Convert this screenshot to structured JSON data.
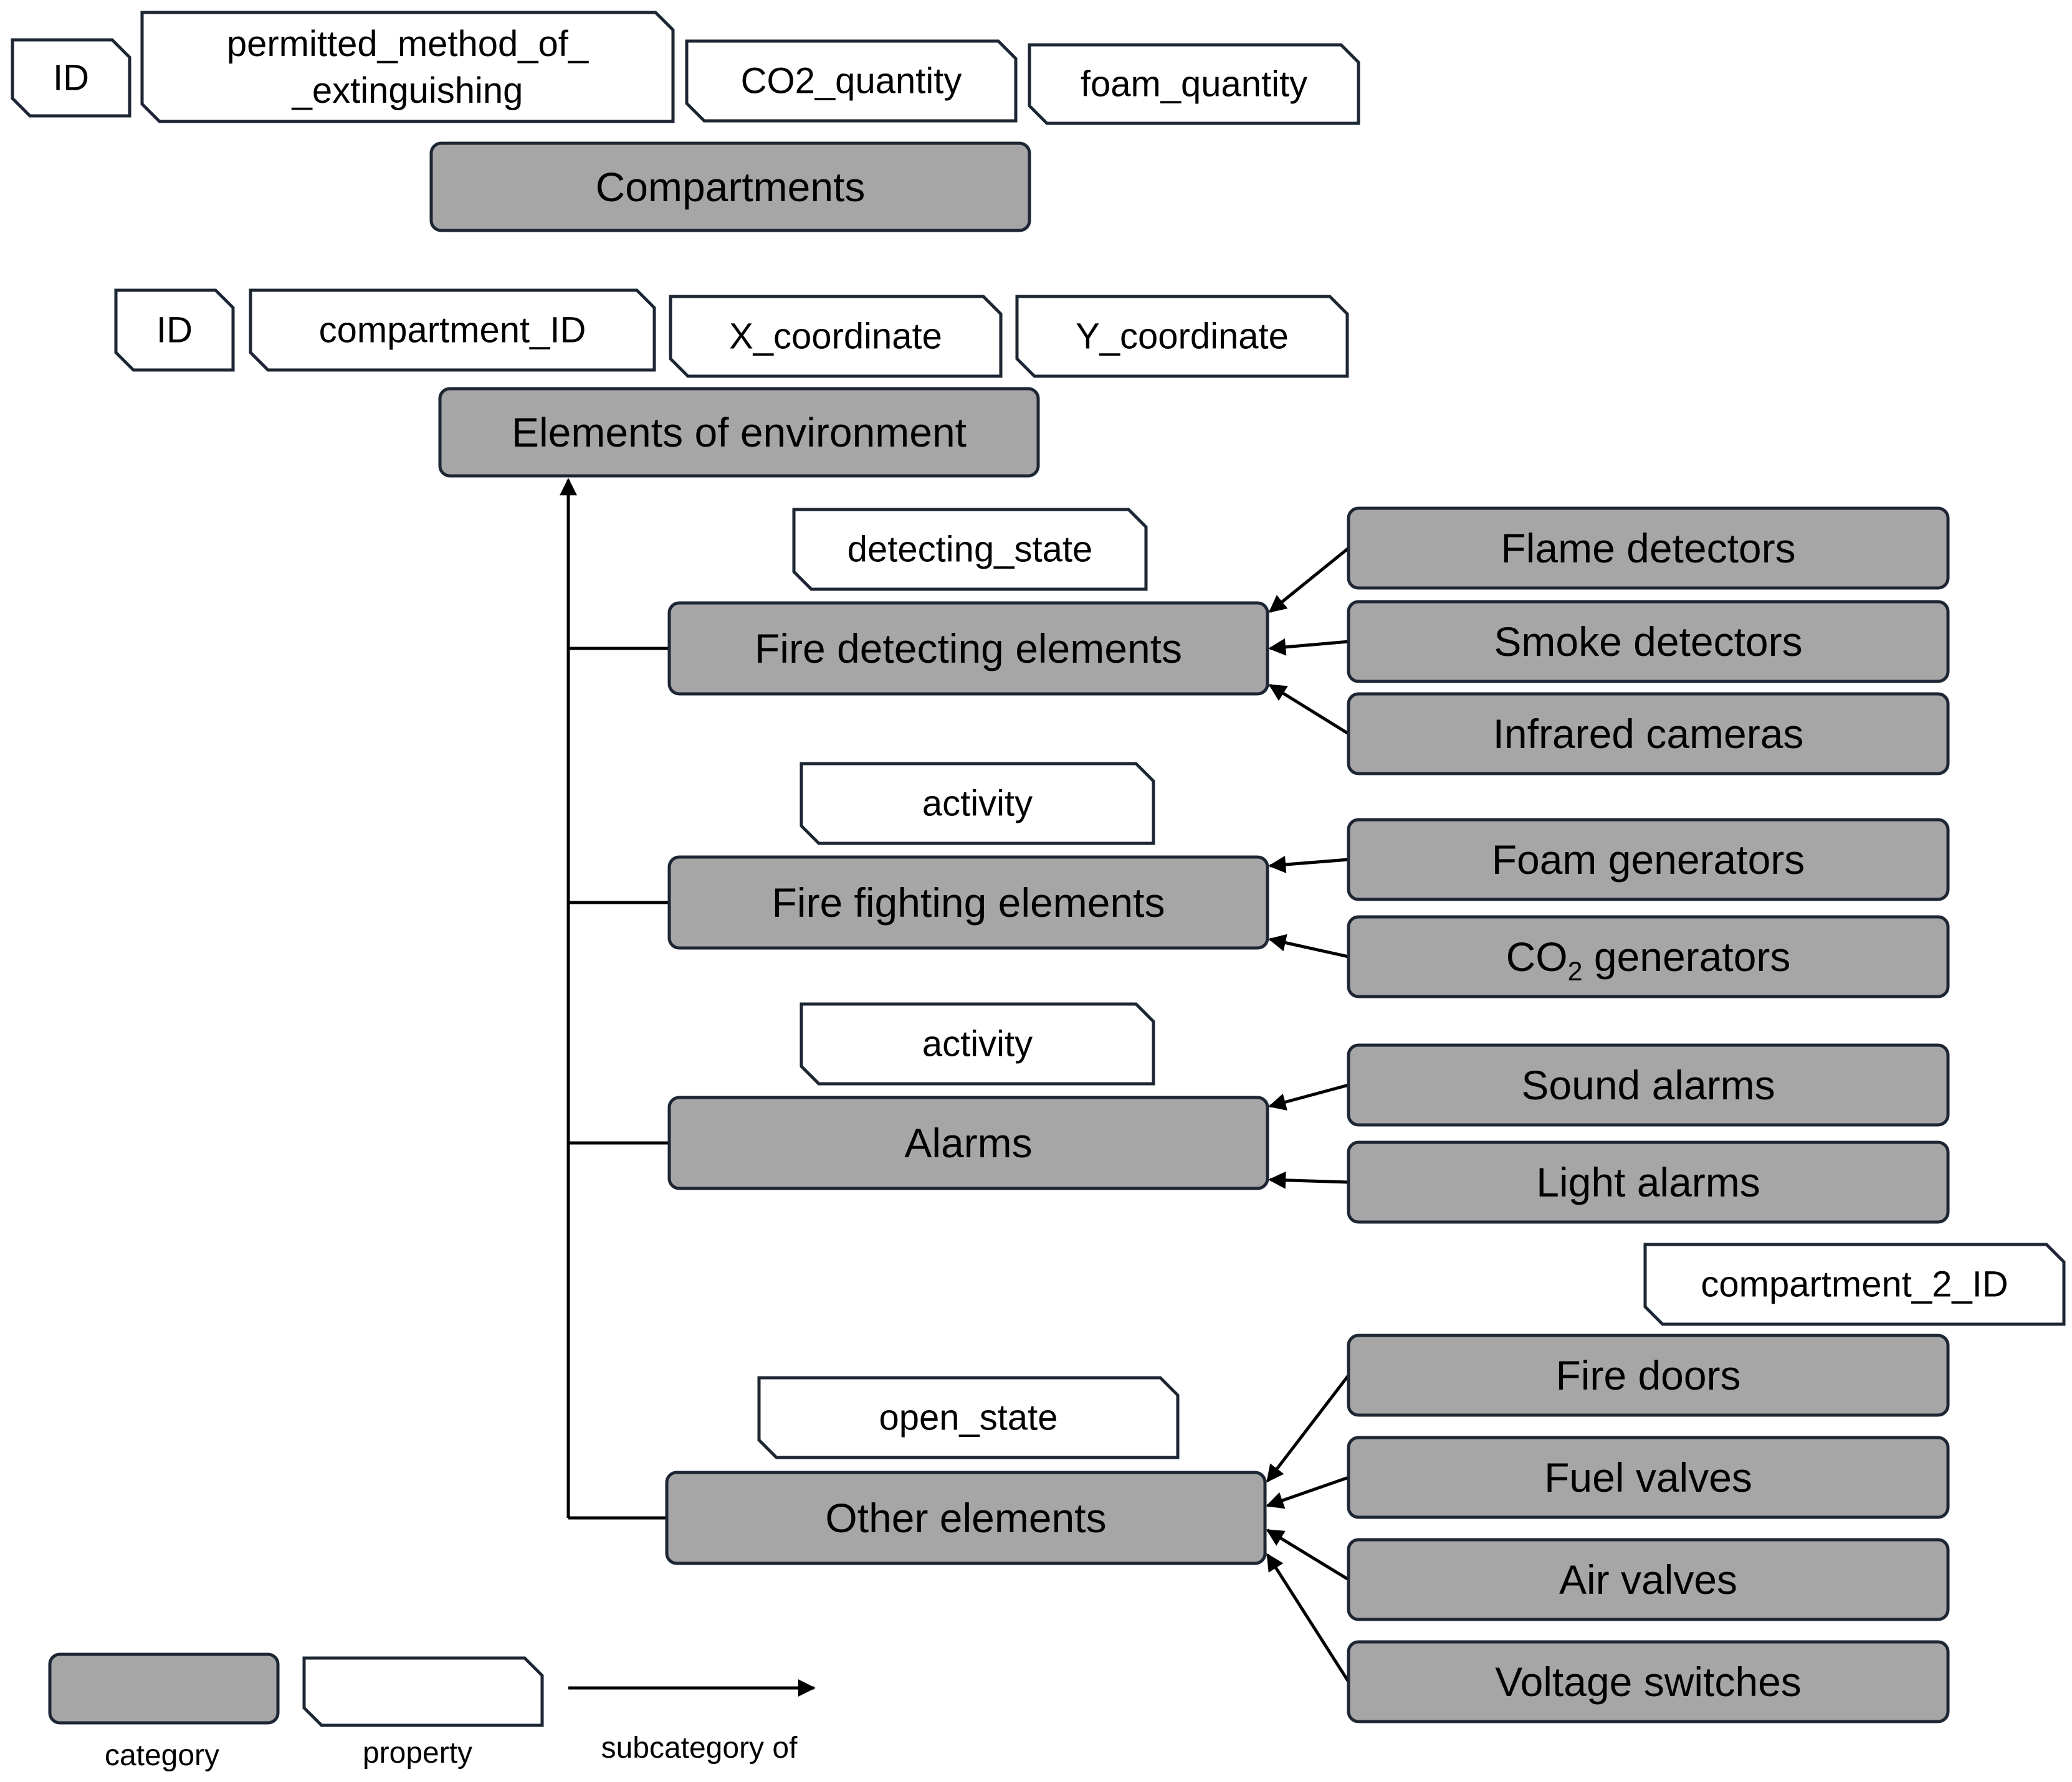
{
  "compartments": {
    "label": "Compartments",
    "properties": [
      "ID",
      "permitted_method_of_\n_extinguishing",
      "CO2_quantity",
      "foam_quantity"
    ]
  },
  "elements": {
    "label": "Elements of environment",
    "properties": [
      "ID",
      "compartment_ID",
      "X_coordinate",
      "Y_coordinate"
    ]
  },
  "fire_detecting": {
    "label": "Fire detecting elements",
    "property": "detecting_state",
    "children": [
      "Flame detectors",
      "Smoke detectors",
      "Infrared cameras"
    ]
  },
  "fire_fighting": {
    "label": "Fire fighting elements",
    "property": "activity",
    "children": [
      "Foam generators",
      "CO2 generators"
    ]
  },
  "alarms": {
    "label": "Alarms",
    "property": "activity",
    "children": [
      "Sound alarms",
      "Light alarms"
    ]
  },
  "other": {
    "label": "Other elements",
    "property": "open_state",
    "child_property": "compartment_2_ID",
    "children": [
      "Fire doors",
      "Fuel valves",
      "Air valves",
      "Voltage switches"
    ]
  },
  "legend": {
    "category": "category",
    "property": "property",
    "subcategory": "subcategory of"
  }
}
